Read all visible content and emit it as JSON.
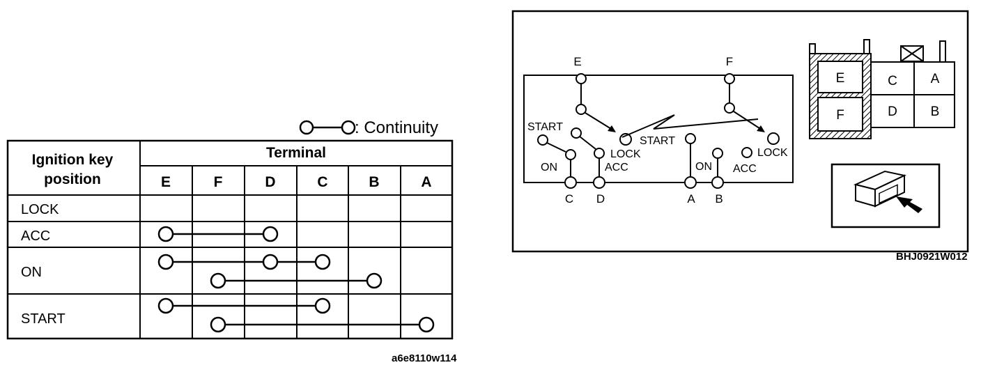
{
  "legend": {
    "text": ": Continuity"
  },
  "table": {
    "header_row": "Ignition key",
    "header_row2": "position",
    "header_terminal": "Terminal",
    "columns": [
      "E",
      "F",
      "D",
      "C",
      "B",
      "A"
    ],
    "rows": [
      "LOCK",
      "ACC",
      "ON",
      "START"
    ],
    "continuity": [
      {
        "row": "ACC",
        "lines": [
          [
            "E",
            "D"
          ]
        ]
      },
      {
        "row": "ON",
        "lines": [
          [
            "E",
            "D",
            "C"
          ],
          [
            "F",
            "B"
          ]
        ]
      },
      {
        "row": "START",
        "lines": [
          [
            "E",
            "C"
          ],
          [
            "F",
            "A"
          ]
        ]
      }
    ]
  },
  "code_left": "a6e8110w114",
  "switch": {
    "terminal_top_left": "E",
    "terminal_top_right": "F",
    "left_labels": {
      "start": "START",
      "on": "ON",
      "lock": "LOCK",
      "acc": "ACC"
    },
    "right_labels": {
      "start": "START",
      "on": "ON",
      "lock": "LOCK",
      "acc": "ACC"
    },
    "bottom_terminals": [
      "C",
      "D",
      "A",
      "B"
    ]
  },
  "connector": {
    "cells": [
      "E",
      "F",
      "C",
      "A",
      "D",
      "B"
    ]
  },
  "code_right": "BHJ0921W012"
}
